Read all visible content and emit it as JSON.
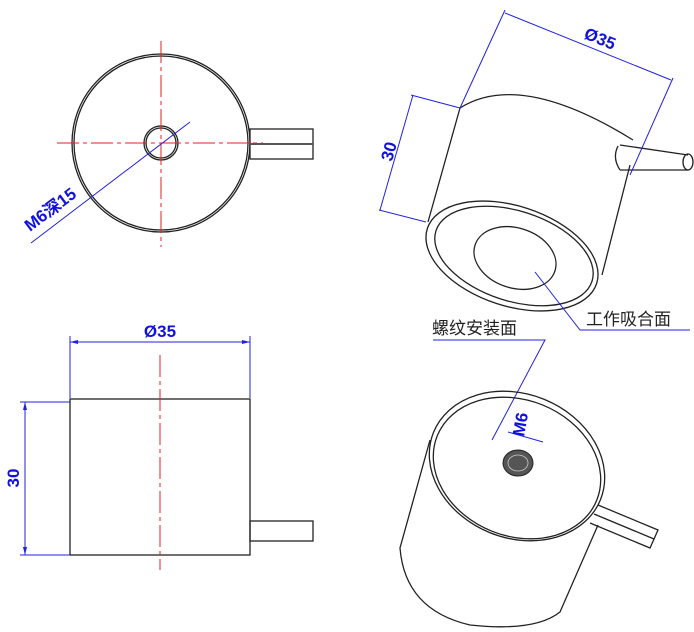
{
  "top_view": {
    "thread_note": "M6深15"
  },
  "front_view": {
    "diameter_label": "Ø35",
    "height_label": "30"
  },
  "iso_bottom_view": {
    "diameter_label": "Ø35",
    "height_label": "30",
    "face_label": "工作吸合面"
  },
  "iso_top_view": {
    "thread_label": "M6",
    "face_label": "螺纹安装面"
  },
  "colors": {
    "dimension": "#2020e0",
    "centerline": "#e02020",
    "outline": "#222222"
  }
}
